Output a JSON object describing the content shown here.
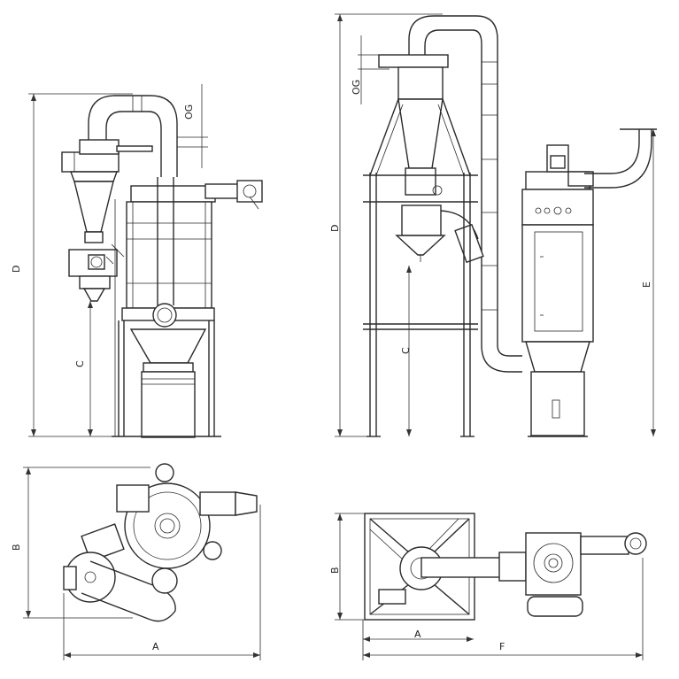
{
  "labels": {
    "A": "A",
    "B": "B",
    "C": "C",
    "D": "D",
    "E": "E",
    "F": "F",
    "OG": "OG"
  }
}
